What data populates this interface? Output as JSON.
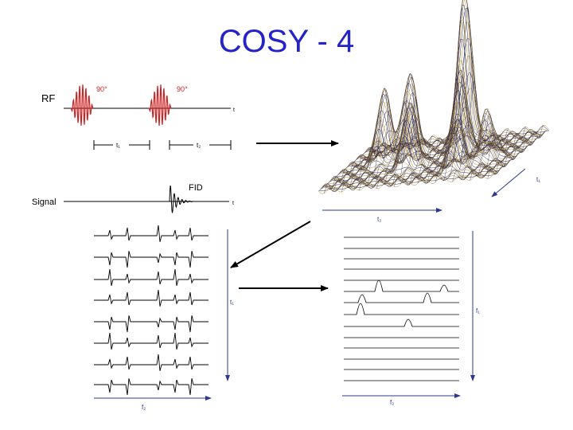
{
  "slide": {
    "title": "COSY - 4",
    "title_color": "#2323c8",
    "pulse_color": "#cc2222",
    "line_color": "#000000"
  },
  "pulse_sequence": {
    "rf_label": "RF",
    "pulse1_label": "90°",
    "pulse2_label": "90°",
    "rf_axis_label": "t",
    "t1_label": "t₁",
    "t2_label": "t₂",
    "signal_label": "Signal",
    "fid_label": "FID",
    "signal_axis_label": "t"
  },
  "surface_plot": {
    "t2_axis_label": "t₂",
    "t1_axis_label": "t₁"
  },
  "stacked_fids": {
    "vertical_axis_label": "t₁",
    "horizontal_axis_label": "f₂"
  },
  "spectrum_2d": {
    "vertical_axis_label": "f₁",
    "horizontal_axis_label": "f₂"
  }
}
